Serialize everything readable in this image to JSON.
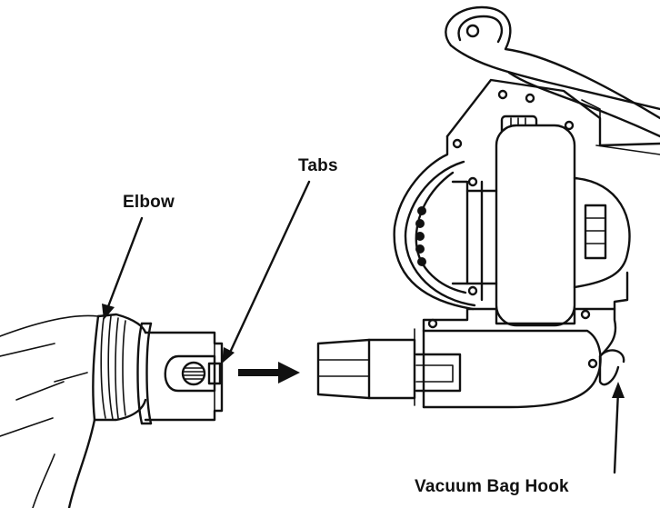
{
  "diagram": {
    "labels": {
      "tabs": "Tabs",
      "elbow": "Elbow",
      "vacuum_bag_hook": "Vacuum Bag Hook"
    },
    "colors": {
      "ink": "#111111",
      "background": "#ffffff"
    }
  }
}
